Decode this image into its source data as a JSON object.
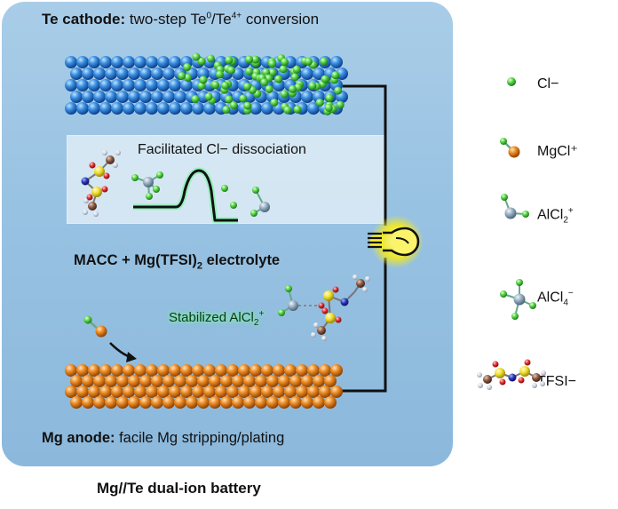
{
  "cathode": {
    "name_bold": "Te cathode:",
    "desc_prefix": " two-step Te",
    "sup1": "0",
    "mid": "/Te",
    "sup2": "4+",
    "desc_suffix": " conversion"
  },
  "inset": {
    "label": "Facilitated Cl− dissociation"
  },
  "electrolyte": {
    "prefix": "MACC + Mg(TFSI)",
    "sub": "2",
    "suffix": " electrolyte"
  },
  "stabilized": {
    "prefix": "Stabilized AlCl",
    "sub": "2",
    "sup": "+"
  },
  "anode": {
    "name_bold": "Mg anode:",
    "desc": " facile Mg stripping/plating"
  },
  "footer": {
    "title": "Mg//Te dual-ion battery"
  },
  "legend": {
    "cl": "Cl−",
    "mgcl": "MgCl⁺",
    "alcl2": {
      "prefix": "AlCl",
      "sub": "2",
      "sup": "+"
    },
    "alcl4": {
      "prefix": "AlCl",
      "sub": "4",
      "sup": "−"
    },
    "tfsi": "TFSI−"
  },
  "colors": {
    "te_blue": "#2f86d8",
    "cl_green": "#58d64a",
    "mg_orange": "#e8841c",
    "al_grey": "#8fa9be",
    "s_yellow": "#f2e23a",
    "bulb_glow": "#f6ee1e"
  }
}
